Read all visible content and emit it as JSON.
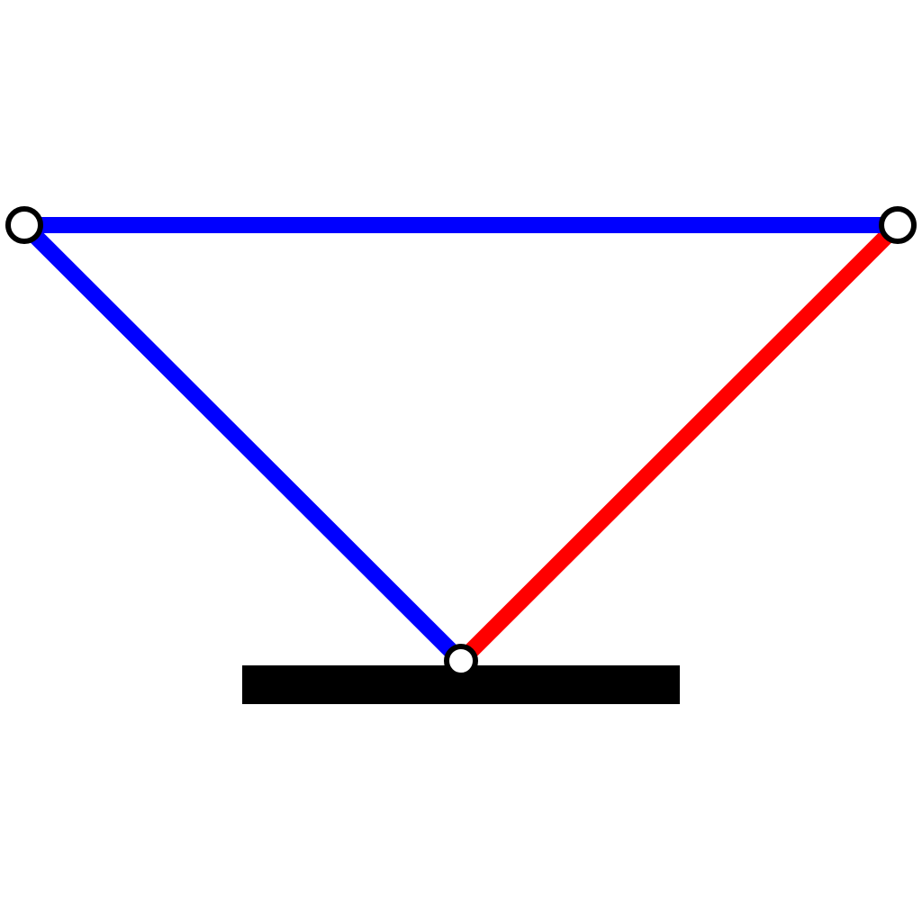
{
  "diagram": {
    "type": "truss",
    "nodes": [
      {
        "id": "left-top",
        "kind": "pin-joint"
      },
      {
        "id": "right-top",
        "kind": "pin-joint"
      },
      {
        "id": "bottom",
        "kind": "pin-joint"
      }
    ],
    "members": [
      {
        "id": "top-chord",
        "from": "left-top",
        "to": "right-top",
        "color": "#0000ff"
      },
      {
        "id": "left-diagonal",
        "from": "left-top",
        "to": "bottom",
        "color": "#0000ff"
      },
      {
        "id": "right-diagonal",
        "from": "right-top",
        "to": "bottom",
        "color": "#ff0000"
      }
    ],
    "support": {
      "kind": "ground-bar",
      "color": "#000000"
    },
    "colors": {
      "member_blue": "#0000ff",
      "member_red": "#ff0000",
      "joint_stroke": "#000000",
      "joint_fill": "#ffffff",
      "background": "#ffffff"
    }
  }
}
